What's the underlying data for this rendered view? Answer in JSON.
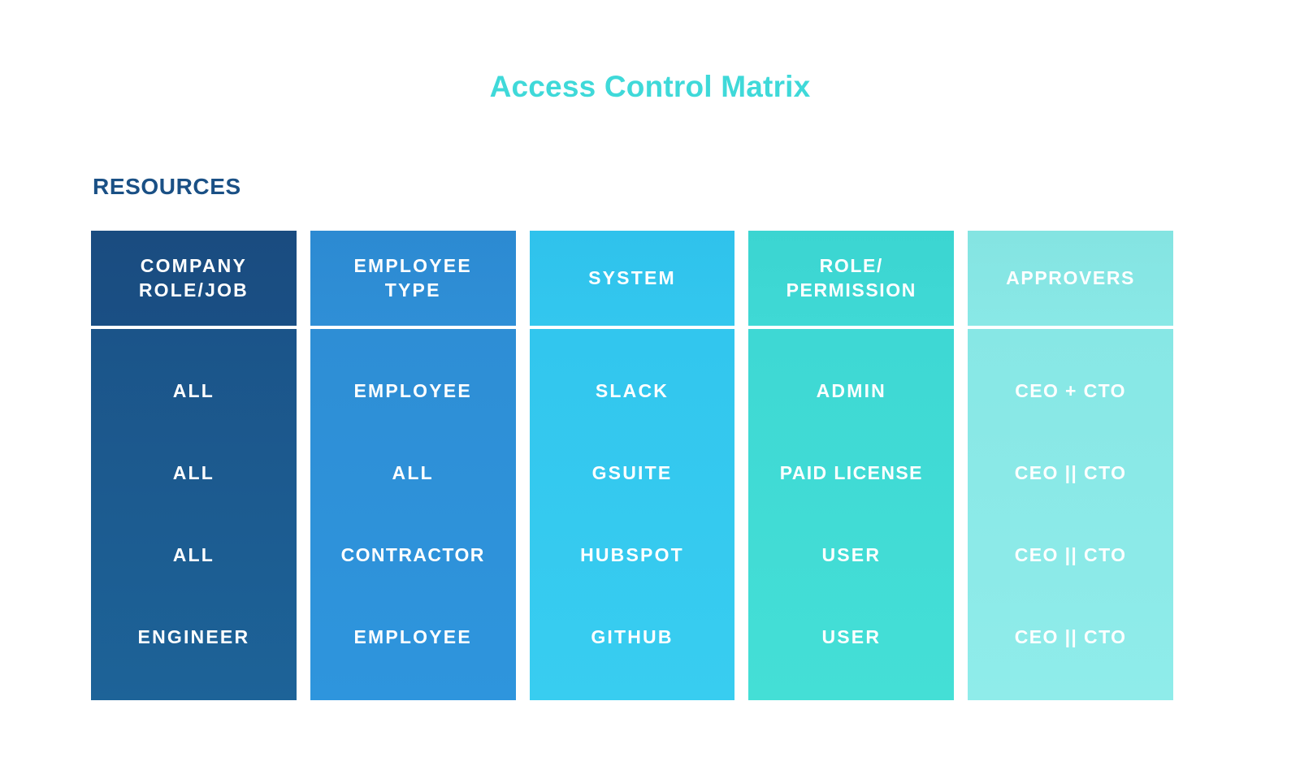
{
  "title": "Access Control Matrix",
  "section_label": "RESOURCES",
  "theme": {
    "title_color": "#3fd9d9",
    "section_label_color": "#1a5085",
    "background": "#ffffff",
    "cell_text_color": "#ffffff"
  },
  "chart_data": {
    "type": "table",
    "title": "Access Control Matrix",
    "columns": [
      {
        "header": "COMPANY ROLE/JOB",
        "header_lines": [
          "COMPANY",
          "ROLE/JOB"
        ],
        "color": "#1c5589",
        "values": [
          "ALL",
          "ALL",
          "ALL",
          "ENGINEER"
        ]
      },
      {
        "header": "EMPLOYEE TYPE",
        "header_lines": [
          "EMPLOYEE",
          "TYPE"
        ],
        "color": "#2e8fd6",
        "values": [
          "EMPLOYEE",
          "ALL",
          "CONTRACTOR",
          "EMPLOYEE"
        ]
      },
      {
        "header": "SYSTEM",
        "header_lines": [
          "SYSTEM"
        ],
        "color": "#33c6ee",
        "values": [
          "SLACK",
          "GSUITE",
          "HUBSPOT",
          "GITHUB"
        ]
      },
      {
        "header": "ROLE/PERMISSION",
        "header_lines": [
          "ROLE/",
          "PERMISSION"
        ],
        "color": "#3fd8d4",
        "values": [
          "ADMIN",
          "PAID LICENSE",
          "USER",
          "USER"
        ]
      },
      {
        "header": "APPROVERS",
        "header_lines": [
          "APPROVERS"
        ],
        "color": "#87e6e4",
        "values": [
          "CEO + CTO",
          "CEO || CTO",
          "CEO || CTO",
          "CEO || CTO"
        ]
      }
    ],
    "rows": [
      [
        "ALL",
        "EMPLOYEE",
        "SLACK",
        "ADMIN",
        "CEO + CTO"
      ],
      [
        "ALL",
        "ALL",
        "GSUITE",
        "PAID LICENSE",
        "CEO || CTO"
      ],
      [
        "ALL",
        "CONTRACTOR",
        "HUBSPOT",
        "USER",
        "CEO || CTO"
      ],
      [
        "ENGINEER",
        "EMPLOYEE",
        "GITHUB",
        "USER",
        "CEO || CTO"
      ]
    ],
    "legend": [],
    "xlabel": "",
    "ylabel": ""
  }
}
